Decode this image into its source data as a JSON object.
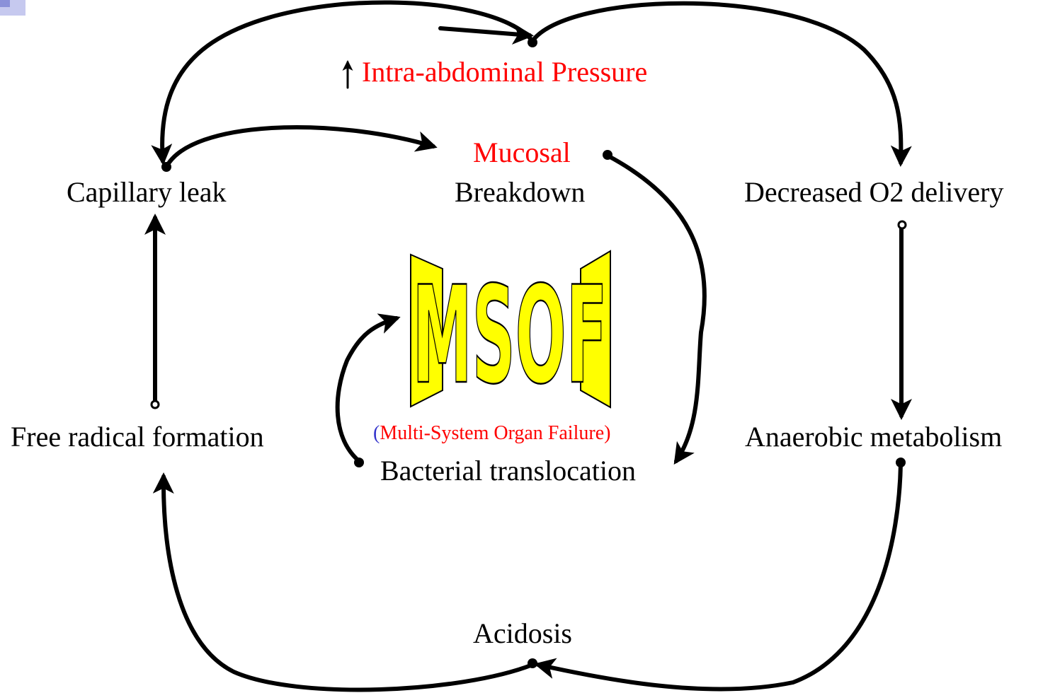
{
  "nodes": {
    "intra_abdominal_pressure": "Intra-abdominal Pressure",
    "mucosal": "Mucosal",
    "breakdown": "Breakdown",
    "capillary_leak": "Capillary leak",
    "decreased_o2": "Decreased O2 delivery",
    "free_radical": "Free radical formation",
    "anaerobic": "Anaerobic metabolism",
    "bacterial_translocation": "Bacterial translocation",
    "acidosis": "Acidosis"
  },
  "center": {
    "title": "MSOF",
    "subtitle_open": "(",
    "subtitle_text": "Multi-System Organ Failure",
    "subtitle_close": ")"
  },
  "colors": {
    "highlight_text": "#ff0000",
    "paren_open": "#3333cc",
    "msof_fill": "#ffff00",
    "msof_outline": "#000000",
    "arrows": "#000000"
  }
}
